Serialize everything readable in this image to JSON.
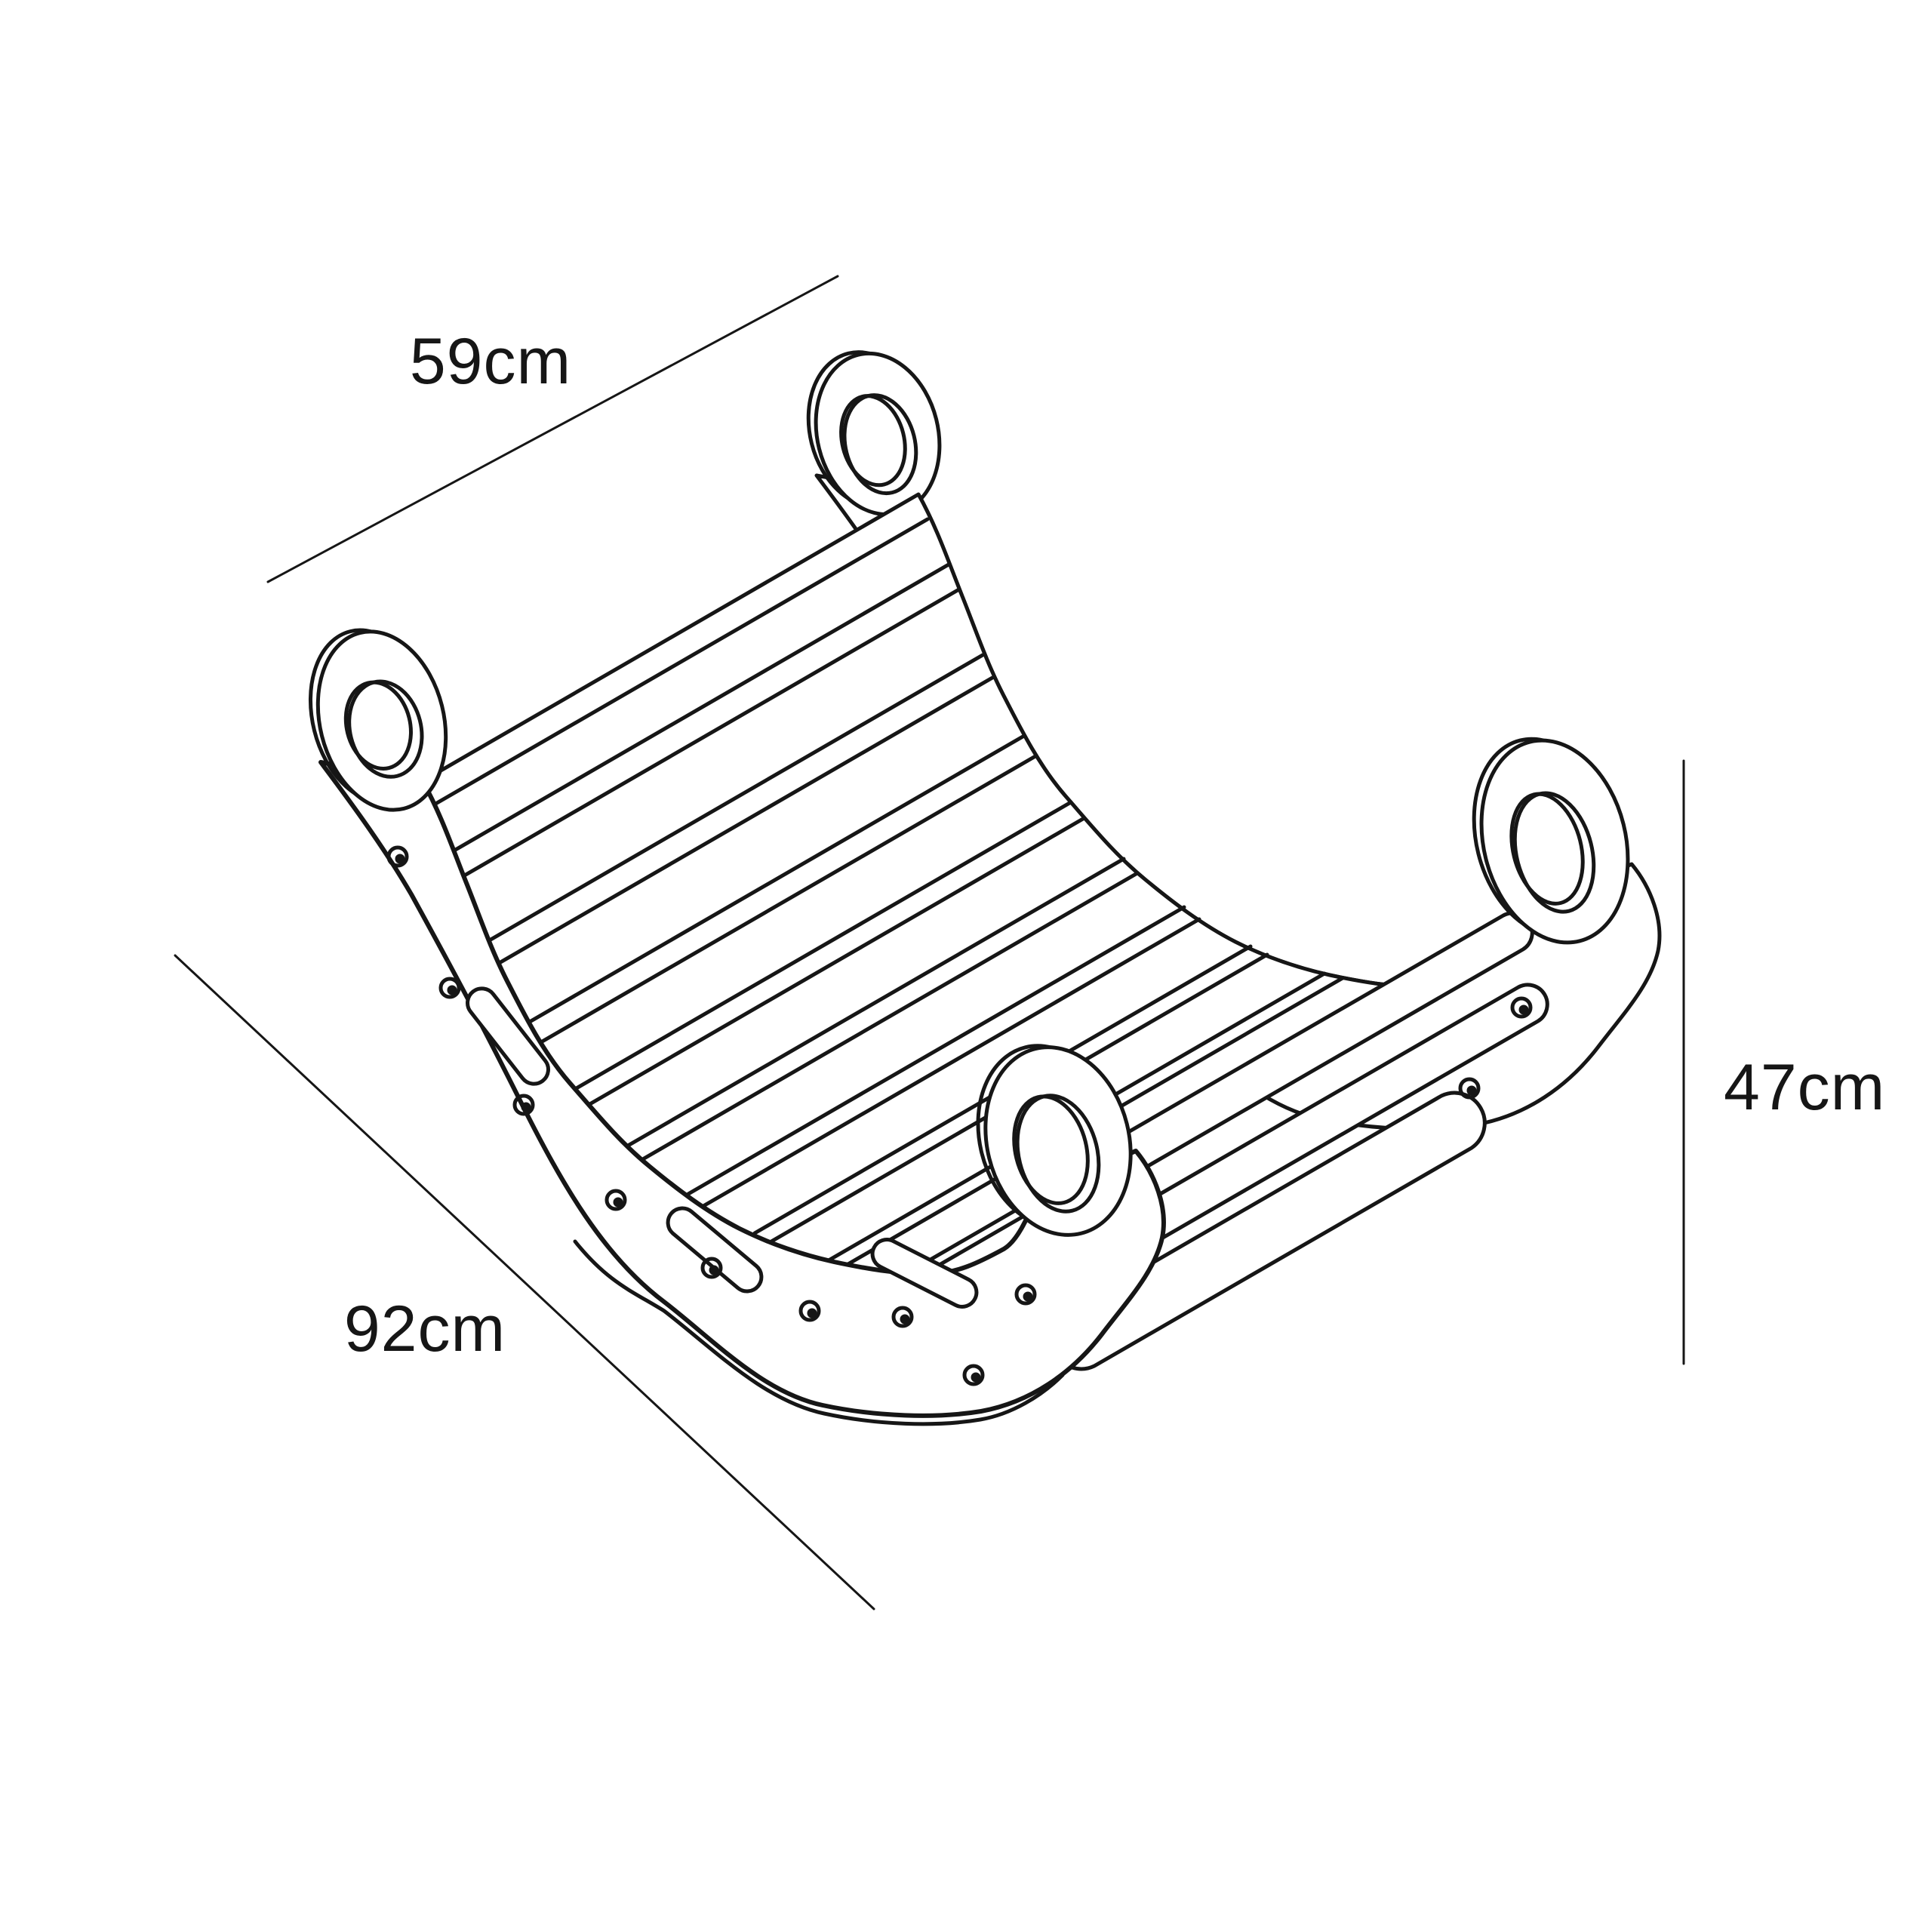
{
  "page": {
    "background": "#ffffff",
    "line_color": "#161616"
  },
  "figure": {
    "subject": "Curved wooden rocker arch, isometric line drawing",
    "dimension_labels": {
      "width": "59cm",
      "length": "92cm",
      "height": "47cm"
    }
  }
}
